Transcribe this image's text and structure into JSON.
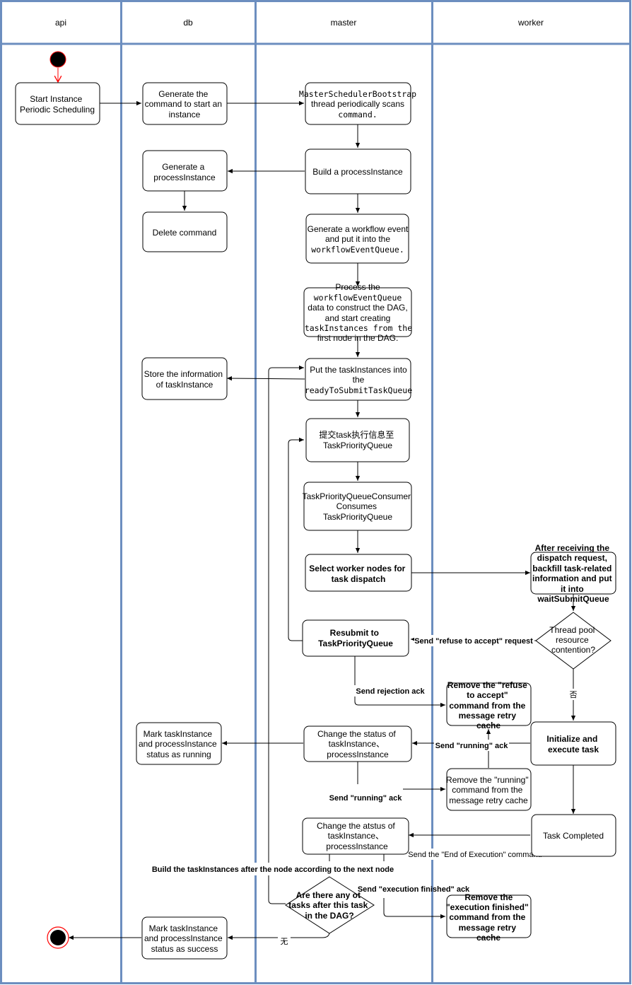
{
  "lanes": [
    "api",
    "db",
    "master",
    "worker"
  ],
  "nodes": {
    "start_scheduling": [
      "Start Instance",
      "Periodic Scheduling"
    ],
    "generate_command": [
      "Generate the",
      "command to start an",
      "instance"
    ],
    "scheduler_scan_1": "MasterSchedulerBootstrap",
    "scheduler_scan_2": "thread periodically scans",
    "scheduler_scan_3": "command.",
    "build_process": "Build a processInstance",
    "generate_process": [
      "Generate a",
      "processInstance"
    ],
    "delete_command": "Delete command",
    "workflow_event_1": "Generate a workflow event",
    "workflow_event_2": "and put it into the",
    "workflow_event_3": "workflowEventQueue.",
    "process_queue_1": "Process the",
    "process_queue_2": "workflowEventQueue",
    "process_queue_3": "data to construct the DAG,",
    "process_queue_4": "and start creating",
    "process_queue_5": "taskInstances from the",
    "process_queue_6": "first node in the DAG.",
    "put_tasks_1": "Put the taskInstances into",
    "put_tasks_2": "the",
    "put_tasks_3": "readyToSubmitTaskQueue",
    "store_info": [
      "Store the information",
      "of taskInstance"
    ],
    "submit_priority": [
      "提交task执行信息至",
      "TaskPriorityQueue"
    ],
    "consumer": [
      "TaskPriorityQueueConsumer",
      "Consumes",
      "TaskPriorityQueue"
    ],
    "select_worker": [
      "Select worker nodes for",
      "task dispatch"
    ],
    "after_receiving": [
      "After receiving the",
      "dispatch request,",
      "backfill task-related",
      "information and put",
      "it into",
      "waitSubmitQueue"
    ],
    "thread_pool": [
      "Thread pool",
      "resource",
      "contention?"
    ],
    "resubmit": [
      "Resubmit to",
      "TaskPriorityQueue"
    ],
    "remove_refuse": [
      "Remove the \"refuse",
      "to accept\"",
      "command from the",
      "message retry",
      "cache"
    ],
    "initialize_execute": [
      "Initialize and",
      "execute task"
    ],
    "change_status_1": [
      "Change the status of",
      "taskInstance、",
      "processInstance"
    ],
    "mark_running": [
      "Mark taskInstance",
      "and processInstance",
      "status as running"
    ],
    "remove_running": [
      "Remove the \"running\"",
      "command from the",
      "message retry cache"
    ],
    "task_completed": "Task Completed",
    "change_status_2": [
      "Change the atstus of",
      "taskInstance、",
      "processInstance"
    ],
    "any_other_tasks": [
      "Are there any ot",
      "tasks after this task",
      "in the DAG?"
    ],
    "remove_finished": [
      "Remove the",
      "\"execution finished\"",
      "command from the",
      "message retry",
      "cache"
    ],
    "mark_success": [
      "Mark taskInstance",
      "and processInstance",
      "status as success"
    ]
  },
  "edge_labels": {
    "refuse_request": "Send \"refuse to accept\" request",
    "rejection_ack": "Send rejection ack",
    "no_branch": "否",
    "running_ack_worker": "Send \"running\" ack",
    "running_ack_master": "Send \"running\" ack",
    "end_execution": "Send the \"End of Execution\" command",
    "build_next": "Build the taskInstances after the node according to the next node",
    "finished_ack": "Send \"execution finished\" ack",
    "none_branch": "无"
  },
  "colors": {
    "lane_border": "#6c8ebf",
    "start_fill": "#000000",
    "start_stroke": "#ff0000"
  }
}
